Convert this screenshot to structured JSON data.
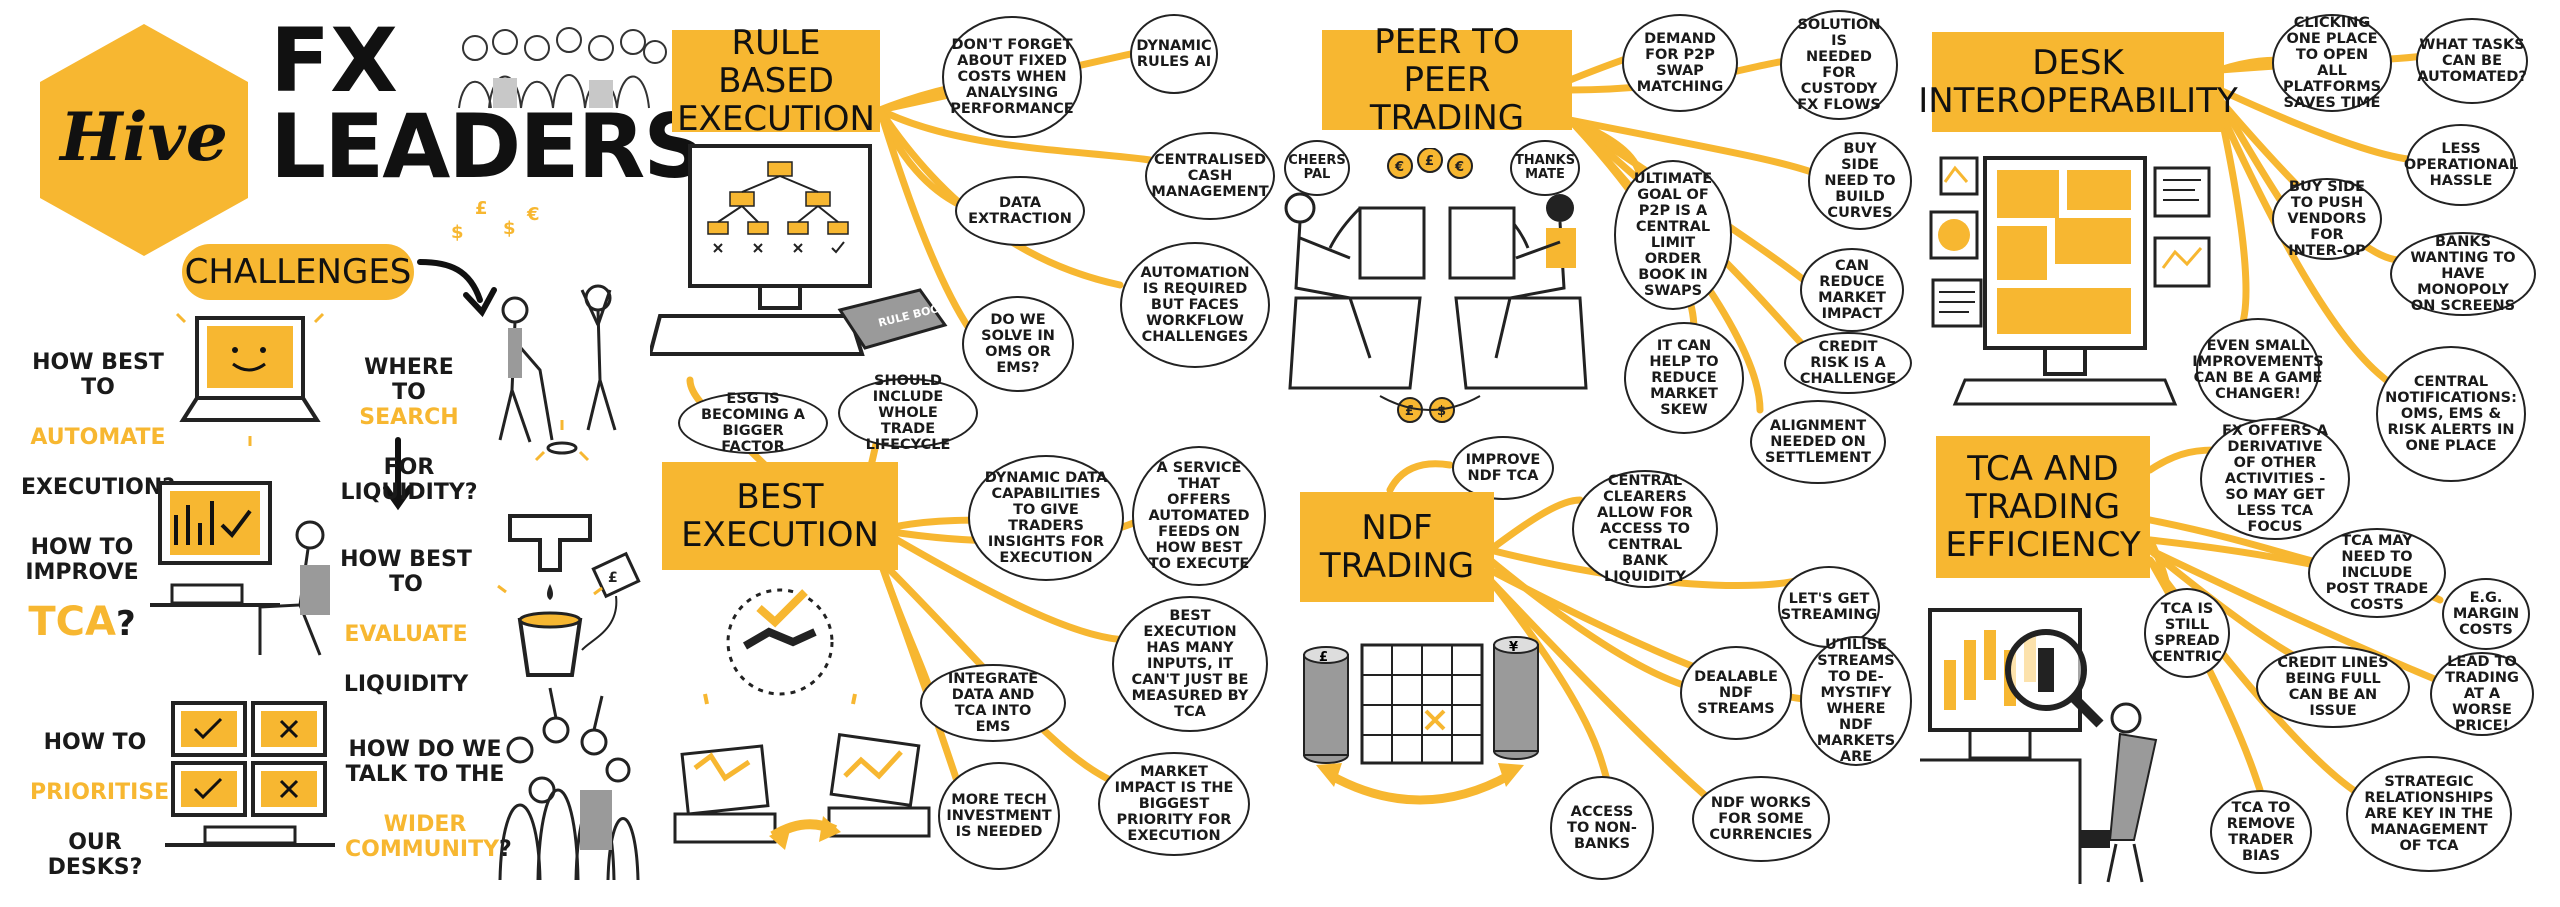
{
  "brand": {
    "logo_text": "Hive",
    "accent": "#f7b731",
    "ink": "#1a1a1a"
  },
  "header": {
    "title_line1": "FX",
    "title_line2": "LEADERS"
  },
  "challenges": {
    "label": "CHALLENGES",
    "q1": {
      "pre": "HOW BEST\nTO",
      "hl": "AUTOMATE",
      "post": "EXECUTION?"
    },
    "q2": {
      "pre": "WHERE\nTO",
      "hl": "SEARCH",
      "post": "FOR\nLIQUIDITY?"
    },
    "q3": {
      "pre": "HOW TO\nIMPROVE",
      "hl": "TCA",
      "post": "?"
    },
    "q4": {
      "pre": "HOW BEST\nTO",
      "hl": "EVALUATE",
      "post": "LIQUIDITY"
    },
    "q5": {
      "pre": "HOW TO",
      "hl": "PRIORITISE",
      "post": "OUR\nDESKS?"
    },
    "q6": {
      "pre": "HOW DO WE\nTALK TO THE",
      "hl": "WIDER\nCOMMUNITY",
      "post": "?"
    }
  },
  "sections": {
    "rule_based": {
      "title": "RULE BASED EXECUTION",
      "notes": [
        "DON'T FORGET ABOUT FIXED COSTS WHEN ANALYSING PERFORMANCE",
        "DYNAMIC RULES AI",
        "CENTRALISED CASH MANAGEMENT",
        "DATA EXTRACTION",
        "AUTOMATION IS REQUIRED BUT FACES WORKFLOW CHALLENGES",
        "DO WE SOLVE IN OMS OR EMS?"
      ],
      "book_label": "RULE BOOK"
    },
    "best_execution": {
      "title": "BEST EXECUTION",
      "notes": [
        "ESG IS BECOMING A BIGGER FACTOR",
        "SHOULD INCLUDE WHOLE TRADE LIFECYCLE",
        "DYNAMIC DATA CAPABILITIES TO GIVE TRADERS INSIGHTS FOR EXECUTION",
        "A SERVICE THAT OFFERS AUTOMATED FEEDS ON HOW BEST TO EXECUTE",
        "BEST EXECUTION HAS MANY INPUTS, IT CAN'T JUST BE MEASURED BY TCA",
        "INTEGRATE DATA AND TCA INTO EMS",
        "MORE TECH INVESTMENT IS NEEDED",
        "MARKET IMPACT IS THE BIGGEST PRIORITY FOR EXECUTION"
      ]
    },
    "p2p": {
      "title": "PEER TO PEER TRADING",
      "notes": [
        "DEMAND FOR P2P SWAP MATCHING",
        "SOLUTION IS NEEDED FOR CUSTODY FX FLOWS",
        "ULTIMATE GOAL OF P2P IS A CENTRAL LIMIT ORDER BOOK IN SWAPS",
        "BUY SIDE NEED TO BUILD CURVES",
        "CAN REDUCE MARKET IMPACT",
        "IT CAN HELP TO REDUCE MARKET SKEW",
        "CREDIT RISK IS A CHALLENGE",
        "ALIGNMENT NEEDED ON SETTLEMENT"
      ],
      "bubble_left": "CHEERS PAL",
      "bubble_right": "THANKS MATE"
    },
    "ndf": {
      "title": "NDF TRADING",
      "notes": [
        "IMPROVE NDF TCA",
        "CENTRAL CLEARERS ALLOW FOR ACCESS TO CENTRAL BANK LIQUIDITY",
        "LET'S GET STREAMING",
        "DEALABLE NDF STREAMS",
        "UTILISE STREAMS TO DE-MYSTIFY WHERE NDF MARKETS ARE",
        "ACCESS TO NON-BANKS",
        "NDF WORKS FOR SOME CURRENCIES"
      ]
    },
    "desk": {
      "title": "DESK INTEROPERABILITY",
      "notes": [
        "CLICKING ONE PLACE TO OPEN ALL PLATFORMS SAVES TIME",
        "WHAT TASKS CAN BE AUTOMATED?",
        "LESS OPERATIONAL HASSLE",
        "BUY SIDE TO PUSH VENDORS FOR INTER-OP",
        "BANKS WANTING TO HAVE MONOPOLY ON SCREENS",
        "EVEN SMALL IMPROVEMENTS CAN BE A GAME CHANGER!",
        "CENTRAL NOTIFICATIONS: OMS, EMS & RISK ALERTS IN ONE PLACE"
      ]
    },
    "tca": {
      "title": "TCA AND TRADING EFFICIENCY",
      "notes": [
        "FX OFFERS A DERIVATIVE OF OTHER ACTIVITIES - SO MAY GET LESS TCA FOCUS",
        "TCA MAY NEED TO INCLUDE POST TRADE COSTS",
        "TCA IS STILL SPREAD CENTRIC",
        "E.G. MARGIN COSTS",
        "CREDIT LINES BEING FULL CAN BE AN ISSUE",
        "LEAD TO TRADING AT A WORSE PRICE!",
        "TCA TO REMOVE TRADER BIAS",
        "STRATEGIC RELATIONSHIPS ARE KEY IN THE MANAGEMENT OF TCA"
      ]
    }
  }
}
